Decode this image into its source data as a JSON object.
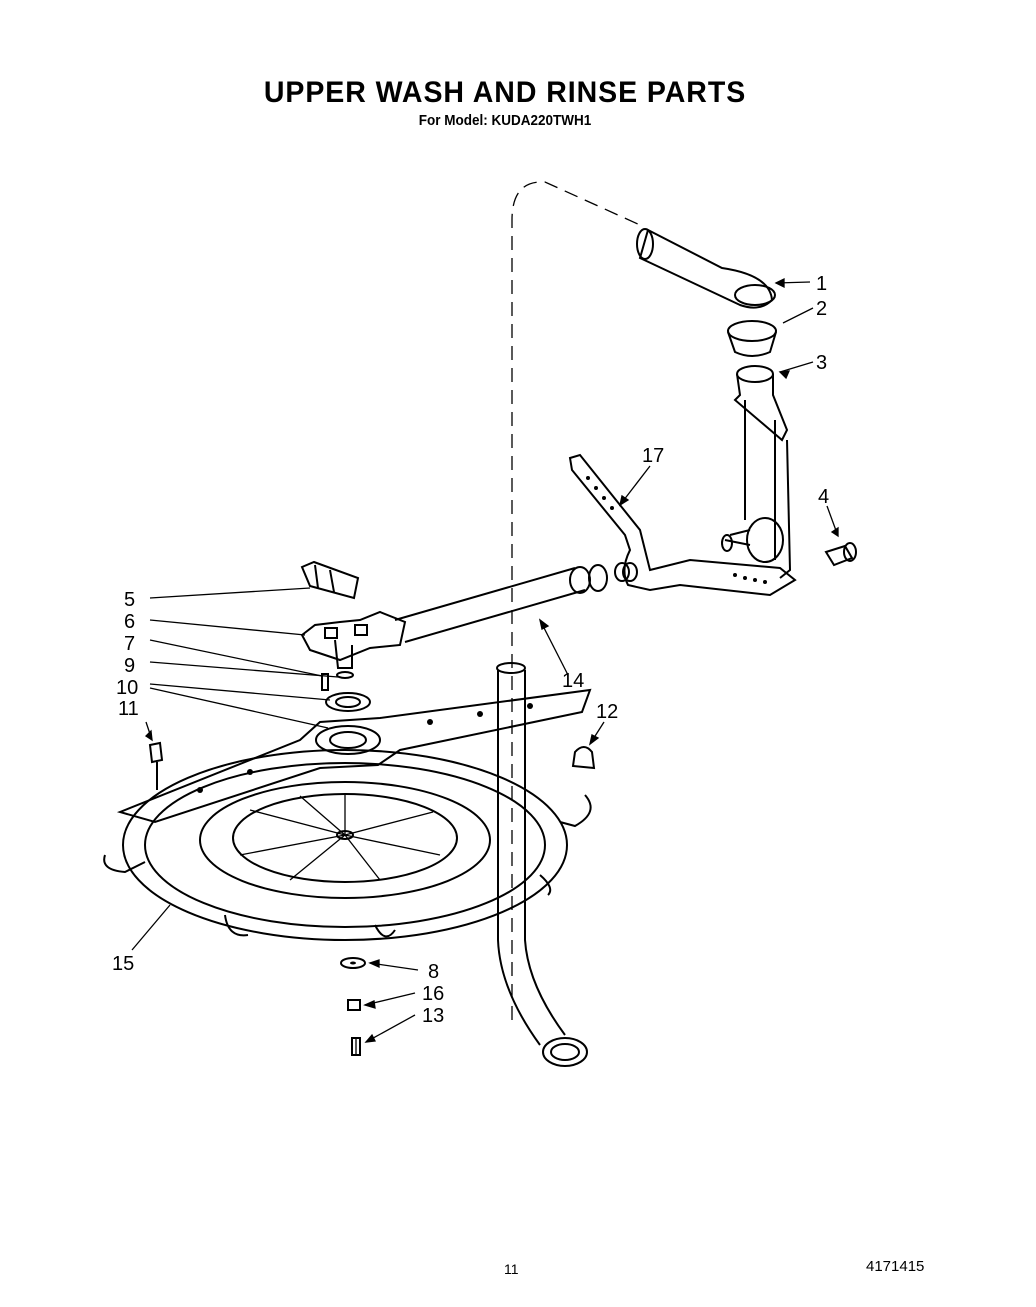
{
  "header": {
    "title": "UPPER WASH AND RINSE PARTS",
    "subtitle": "For Model: KUDA220TWH1"
  },
  "callouts": [
    "1",
    "2",
    "3",
    "4",
    "5",
    "6",
    "7",
    "9",
    "10",
    "11",
    "17",
    "14",
    "12",
    "15",
    "8",
    "16",
    "13"
  ],
  "footer": {
    "page_number": "11",
    "doc_number": "4171415"
  }
}
